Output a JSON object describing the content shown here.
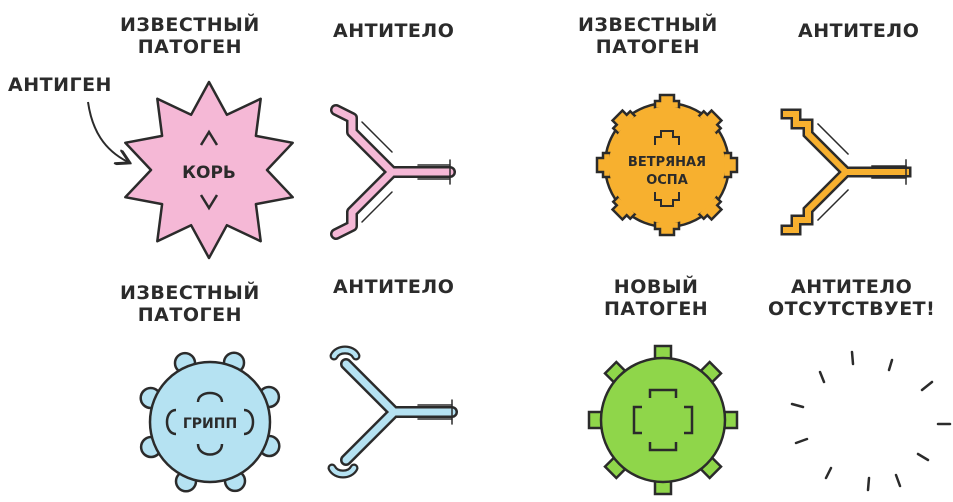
{
  "labels": {
    "antigen": "АНТИГЕН",
    "known_pathogen_1": [
      "ИЗВЕСТНЫЙ",
      "ПАТОГЕН"
    ],
    "antibody_1": "АНТИТЕЛО",
    "known_pathogen_2": [
      "ИЗВЕСТНЫЙ",
      "ПАТОГЕН"
    ],
    "antibody_2": "АНТИТЕЛО",
    "known_pathogen_3": [
      "ИЗВЕСТНЫЙ",
      "ПАТОГЕН"
    ],
    "antibody_3": "АНТИТЕЛО",
    "new_pathogen": [
      "НОВЫЙ",
      "ПАТОГЕН"
    ],
    "antibody_missing": [
      "АНТИТЕЛО",
      "ОТСУТСТВУЕТ!"
    ]
  },
  "pathogens": {
    "measles": {
      "name": "КОРЬ",
      "color": "#f5b8d6",
      "stroke": "#2b2b2b"
    },
    "chickenpox": {
      "name": [
        "ВЕТРЯНАЯ",
        "ОСПА"
      ],
      "color": "#f7b02f",
      "stroke": "#2b2b2b"
    },
    "flu": {
      "name": "ГРИПП",
      "color": "#b5e2f2",
      "stroke": "#2b2b2b"
    },
    "new": {
      "color": "#8fd64a",
      "stroke": "#2b2b2b"
    }
  }
}
